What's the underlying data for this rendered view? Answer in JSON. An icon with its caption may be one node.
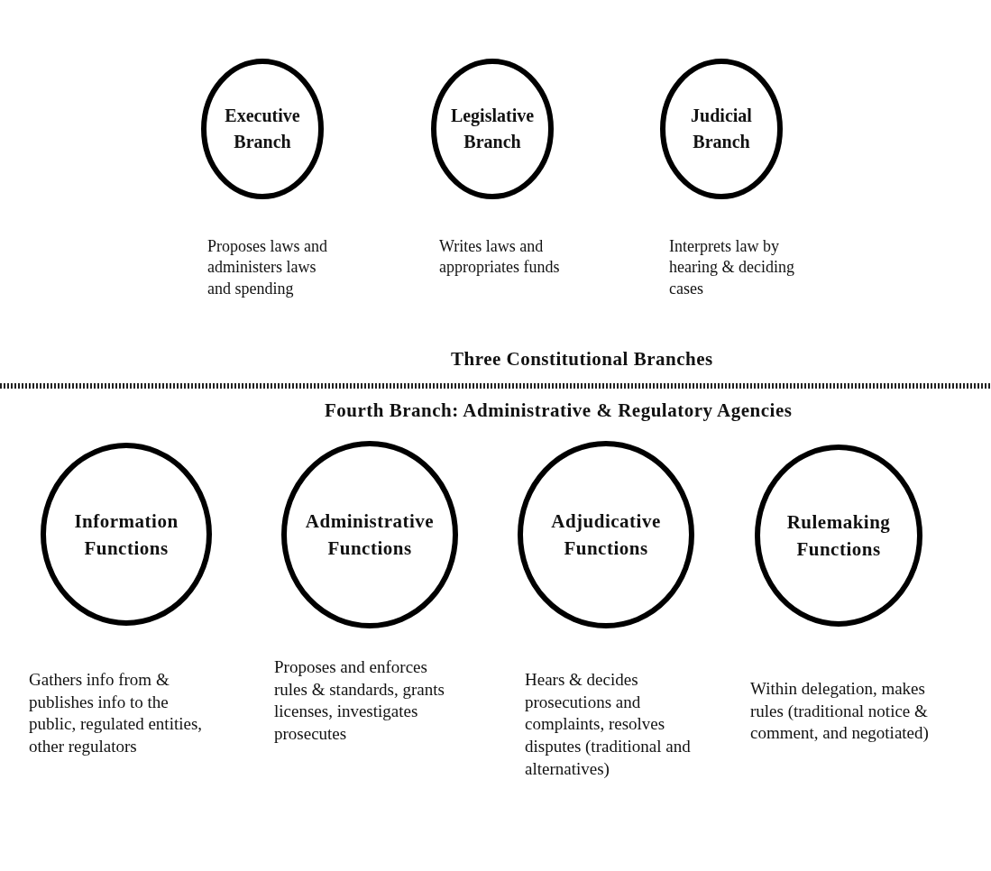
{
  "diagram": {
    "nodes": [
      {
        "text": [
          "Executive Branch"
        ],
        "beside": [
          "Proposes laws and administers laws and spending"
        ]
      },
      {
        "text": [
          "Legislative Branch"
        ],
        "beside": [
          "Writes laws and appropriates funds"
        ]
      },
      {
        "text": [
          "Judicial Branch"
        ],
        "beside": [
          "Interprets law by hearing & deciding cases"
        ]
      },
      {
        "text": [
          "Information Functions"
        ],
        "beside": [
          "Gathers info from & publishes info to the public, regulated entities, other regulators"
        ]
      },
      {
        "text": [
          "Administrative Functions"
        ],
        "beside": [
          "Proposes and enforces rules & standards, grants licenses, investigates prosecutes"
        ]
      },
      {
        "text": [
          "Adjudicative Functions"
        ],
        "beside": [
          "Hears & decides prosecutions and complaints, resolves disputes (traditional and alternatives)"
        ]
      },
      {
        "text": [
          "Rulemaking Functions"
        ],
        "beside": [
          "Within delegation, makes rules (traditional notice & comment, and negotiated)"
        ]
      }
    ],
    "labels": [
      "Three Constitutional Branches",
      "Fourth Branch: Administrative & Regulatory Agencies"
    ]
  }
}
